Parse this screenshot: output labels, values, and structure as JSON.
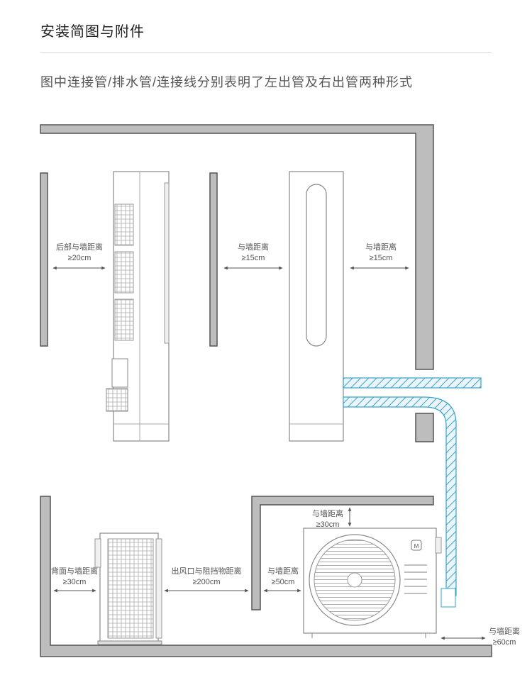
{
  "header": {
    "title": "安装简图与附件",
    "subtitle": "图中连接管/排水管/连接线分别表明了左出管及右出管两种形式"
  },
  "labels": {
    "indoor_back": {
      "line1": "后部与墙距离",
      "line2": "≥20cm"
    },
    "indoor_left": {
      "line1": "与墙距离",
      "line2": "≥15cm"
    },
    "indoor_right": {
      "line1": "与墙距离",
      "line2": "≥15cm"
    },
    "outdoor_back": {
      "line1": "背面与墙距离",
      "line2": "≥30cm"
    },
    "outdoor_outlet": {
      "line1": "出风口与阻挡物距离",
      "line2": "≥200cm"
    },
    "outdoor_side": {
      "line1": "与墙距离",
      "line2": "≥50cm"
    },
    "outdoor_top": {
      "line1": "与墙距离",
      "line2": "≥30cm"
    },
    "outdoor_bottom": {
      "line1": "与墙距离",
      "line2": "≥60cm"
    }
  },
  "colors": {
    "wall_fill": "#bdbdbd",
    "wall_stroke": "#555555",
    "pipe": "#3aa3c8",
    "unit_stroke": "#888888"
  },
  "icons": {
    "brand_logo": "mi-home-logo"
  }
}
